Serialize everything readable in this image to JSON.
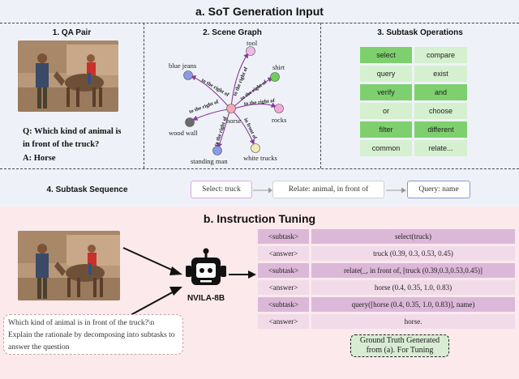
{
  "part_a": {
    "title": "a. SoT Generation Input",
    "qa_pair": {
      "title": "1. QA Pair",
      "question": "Q: Which kind of animal is in front of the truck?",
      "answer": "A: Horse"
    },
    "scene_graph": {
      "title": "2. Scene Graph",
      "nodes": {
        "tool": "tool",
        "blue_jeans": "blue jeans",
        "shirt": "shirt",
        "horse": "horse",
        "rocks": "rocks",
        "wood_wall": "wood wall",
        "white_trucks": "white trucks",
        "standing_man": "standing man"
      },
      "edges": {
        "to_tool": "to the right of",
        "to_jeans": "to the right of",
        "to_shirt": "to the right of",
        "to_rocks": "to the right of",
        "to_wall": "to the right of",
        "to_man": "to the right of",
        "to_trucks": "in front of"
      },
      "colors": {
        "tool": "#f0b8e8",
        "blue_jeans": "#8a9ae8",
        "shirt": "#6fcf5a",
        "horse": "#f4a8b4",
        "rocks": "#f4a8d8",
        "wood_wall": "#6b6b6b",
        "white_trucks": "#f4e9b8",
        "standing_man": "#8a9ae8",
        "edge": "#8a3aa0"
      }
    },
    "subtask_ops": {
      "title": "3. Subtask Operations",
      "rows": [
        [
          "select",
          "compare"
        ],
        [
          "query",
          "exist"
        ],
        [
          "verify",
          "and"
        ],
        [
          "or",
          "choose"
        ],
        [
          "filter",
          "different"
        ],
        [
          "common",
          "relate..."
        ]
      ],
      "green": "#7ed06e",
      "light": "#d5f0cf"
    },
    "subtask_sequence": {
      "title": "4. Subtask Sequence",
      "steps": [
        "Select: truck",
        "Relate: animal, in front of",
        "Query: name"
      ],
      "colors": [
        "#d8a8e0",
        "#d0d0d0",
        "#8a96d8"
      ]
    }
  },
  "part_b": {
    "title": "b. Instruction Tuning",
    "model_name": "NVILA-8B",
    "prompt": "Which kind of animal is in front of the truck?\\n Explain the rationale by decomposing into subtasks to answer the question",
    "table": [
      {
        "tag": "<subtask>",
        "value": "select(truck)"
      },
      {
        "tag": "<answer>",
        "value": "truck (0.39, 0.3, 0.53, 0.45)"
      },
      {
        "tag": "<subtask>",
        "value": "relate(_, in front of, [truck (0.39,0.3,0.53,0.45)]"
      },
      {
        "tag": "<answer>",
        "value": "horse (0.4, 0.35, 1.0, 0.83)"
      },
      {
        "tag": "<subtask>",
        "value": "query([horse (0.4, 0.35, 1.0, 0.83)], name)"
      },
      {
        "tag": "<answer>",
        "value": "horse."
      }
    ],
    "footnote": "Ground Truth Generated from (a). For Tuning",
    "colors": {
      "subtask_bg": "#dcb8d8",
      "answer_bg": "#f1dbe9",
      "panel_bg": "#fbe9ec"
    }
  }
}
